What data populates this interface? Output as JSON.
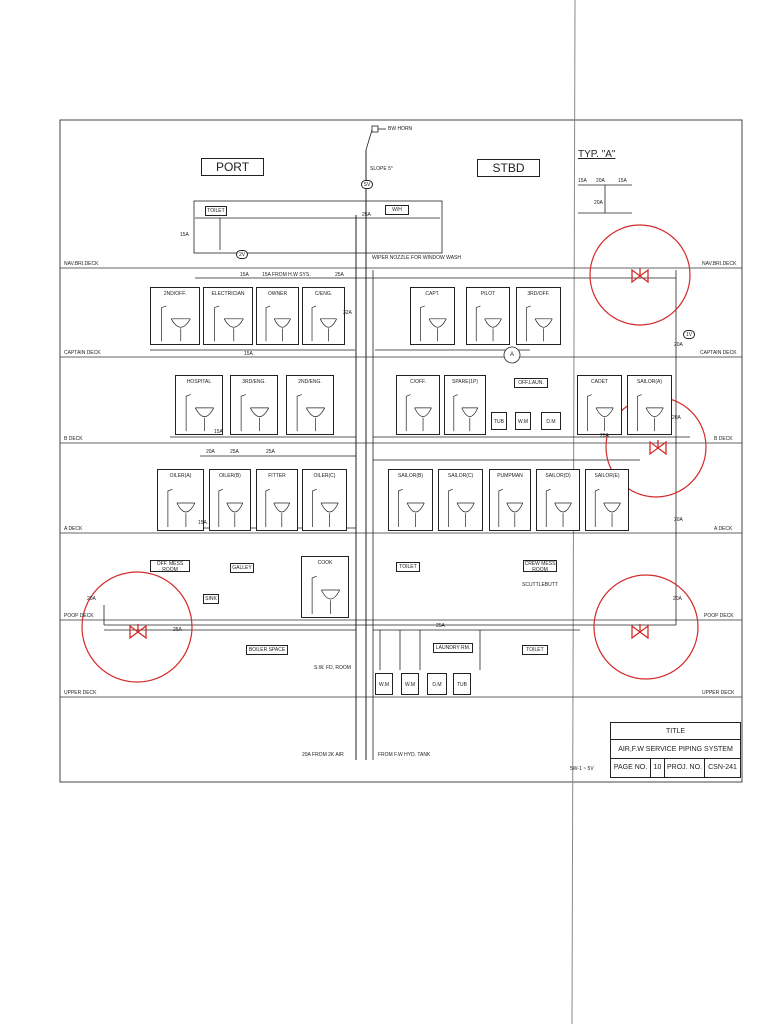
{
  "decks": {
    "navbridge": "NAV.BRI.DECK",
    "captain": "CAPTAIN DECK",
    "b": "B DECK",
    "a": "A DECK",
    "poop": "POOP DECK",
    "upper": "UPPER DECK"
  },
  "sides": {
    "port": "PORT",
    "stbd": "STBD"
  },
  "typ_a": "TYP. \"A\"",
  "typ_sizes": {
    "s1": "15A",
    "s2": "20A",
    "s3": "15A",
    "s4": "20A"
  },
  "detail_marker": "A",
  "top_labels": {
    "bw_horn": "BW HORN",
    "sloped": "SLOPE 5°",
    "wiper": "WIPER NOZZLE FOR WINDOW WASH",
    "toilet": "TOILET",
    "wh": "W/H",
    "from_hw": "15A FROM H.W SYS.",
    "from_air": "20A FROM 2K AIR",
    "from_fw": "FROM F.W HYD. TANK",
    "range": "5W-1 ~ 5V"
  },
  "sizes": {
    "s15": "15A",
    "s20": "20A",
    "s25": "25A",
    "s32": "32A"
  },
  "rooms": {
    "navbridge_port": [
      "2ND/OFF.",
      "ELECTRICIAN",
      "OWNER",
      "C/ENG."
    ],
    "navbridge_stbd": [
      "CAPT.",
      "PILOT",
      "3RD/OFF."
    ],
    "captain_port": [
      "HOSPITAL",
      "3RD/ENG.",
      "2ND/ENG."
    ],
    "captain_stbd": [
      "C/OFF.",
      "SPARE(1P)",
      "OFF.LAUN.",
      "CADET",
      "SAILOR(A)"
    ],
    "b_port": [
      "OILER(A)",
      "OILER(B)",
      "FITTER",
      "OILER(C)"
    ],
    "b_stbd": [
      "SAILOR(B)",
      "SAILOR(C)",
      "PUMPMAN",
      "SAILOR(D)",
      "SAILOR(E)"
    ],
    "a_port": [
      "OFF. MESS ROOM",
      "GALLEY",
      "COOK"
    ],
    "a_stbd": [
      "TOILET",
      "CREW MESS ROOM"
    ],
    "poop": [
      "BOILER SPACE",
      "LAUNDRY RM.",
      "TOILET"
    ],
    "laundry_items": [
      "W.M",
      "W.M",
      "D.M",
      "TUB"
    ],
    "offlaun_items": [
      "TUB",
      "W.M",
      "D.M"
    ],
    "sink": "SINK",
    "sw_room": "S.W. FD. ROOM",
    "scuttlebutt": "SCUTTLEBUTT"
  },
  "valve_tags": {
    "v1": "SV",
    "v2": "2V",
    "v3": "1V"
  },
  "title_block": {
    "title_label": "TITLE",
    "title": "AIR,F.W SERVICE PIPING SYSTEM",
    "page_label": "PAGE NO.",
    "page_no": "10",
    "proj_label": "PROJ. NO.",
    "proj_no": "CSN-241"
  },
  "colors": {
    "ink": "#222222",
    "markup": "#d42a2a",
    "paper": "#ffffff"
  }
}
